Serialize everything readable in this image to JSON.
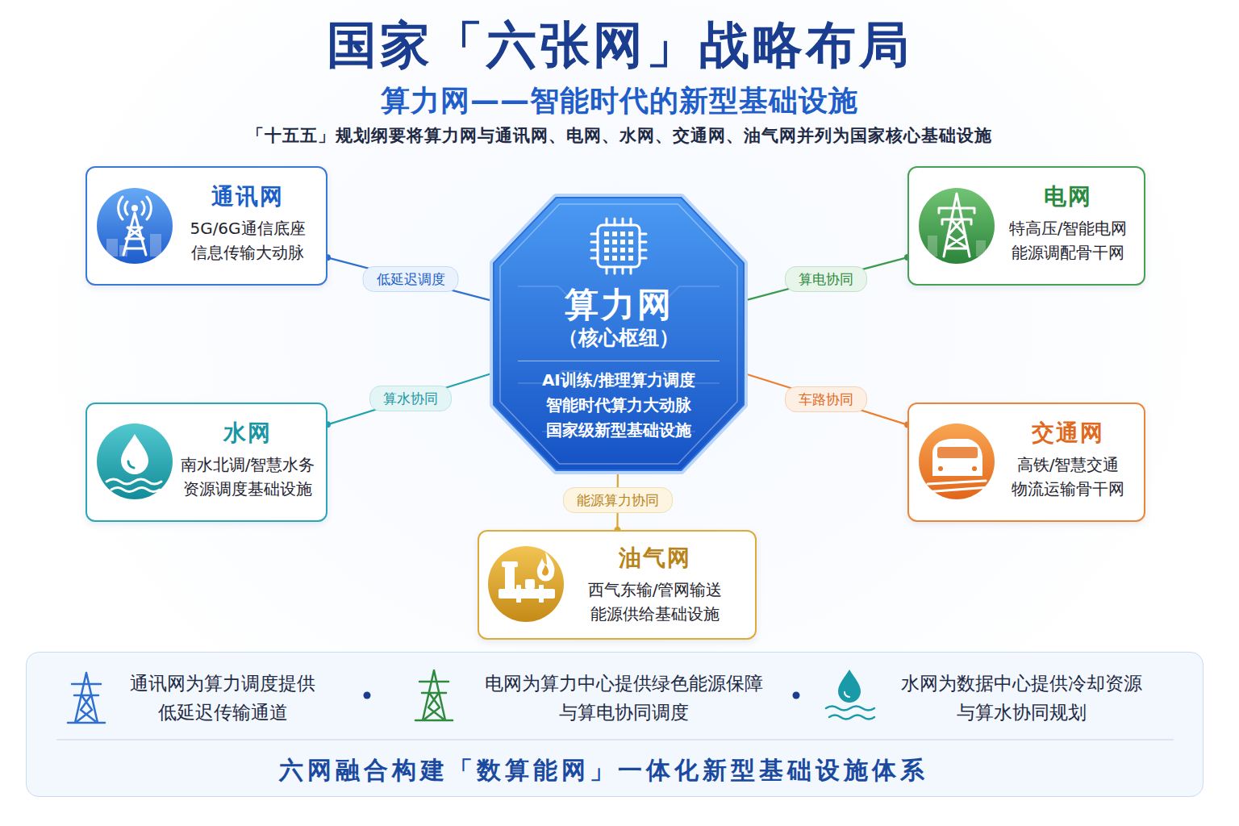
{
  "diagram": {
    "title": "国家「六张网」战略布局",
    "nodes": [
      {
        "text": [
          "通讯网",
          "5G/6G通信底座 信息传输大动脉"
        ]
      },
      {
        "text": [
          "电网",
          "特高压/智能电网 能源调配骨干网"
        ]
      },
      {
        "text": [
          "算力网",
          "（核心枢纽）",
          "AI训练/推理算力调度 智能时代算力大动脉 国家级新型基础设施"
        ]
      },
      {
        "text": [
          "水网",
          "南水北调/智慧水务 资源调度基础设施"
        ]
      },
      {
        "text": [
          "交通网",
          "高铁/智慧交通 物流运输骨干网"
        ]
      },
      {
        "text": [
          "油气网",
          "西气东输/管网输送 能源供给基础设施"
        ]
      },
      {
        "text": [
          "通讯网为算力调度提供 低延迟传输通道",
          "电网为算力中心提供绿色能源保障 与算电协同调度",
          "水网为数据中心提供冷却资源 与算水协同规划",
          "六网融合构建「数算能网」一体化新型基础设施体系"
        ]
      }
    ],
    "edges": [
      {
        "from": 2,
        "to": 0,
        "arrow": "none",
        "label": "低延迟调度"
      },
      {
        "from": 2,
        "to": 1,
        "arrow": "none",
        "label": "算电协同"
      },
      {
        "from": 2,
        "to": 3,
        "arrow": "none",
        "label": "算水协同"
      },
      {
        "from": 2,
        "to": 4,
        "arrow": "none",
        "label": "车路协同"
      },
      {
        "from": 2,
        "to": 5,
        "arrow": "none",
        "label": "能源算力协同"
      }
    ],
    "labels": [
      "算力网——智能时代的新型基础设施",
      "「十五五」规划纲要将算力网与通讯网、电网、水网、交通网、油气网并列为国家核心基础设施"
    ]
  }
}
